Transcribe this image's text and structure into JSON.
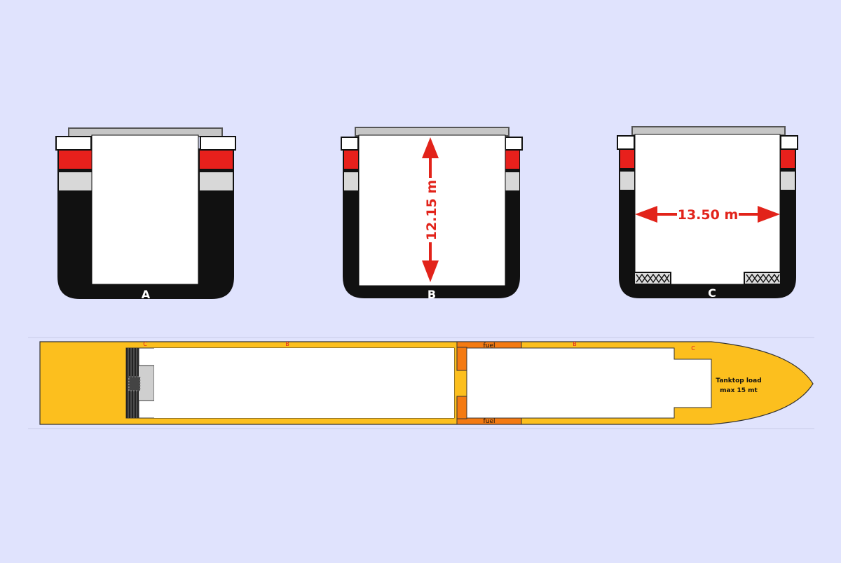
{
  "background_color": "#e0e3fd",
  "colors": {
    "hull_black": "#111111",
    "deck_red": "#e8201c",
    "deck_grey": "#d8d8d8",
    "cover_grey": "#c6c6c6",
    "hold_white": "#ffffff",
    "arrow_red": "#e2231a",
    "hull_yellow": "#fcbf1e",
    "fuel_orange": "#f47a12",
    "label_red": "#e02020"
  },
  "sections": {
    "a": {
      "label": "A"
    },
    "b": {
      "label": "B",
      "height_label": "12.15 m"
    },
    "c": {
      "label": "C",
      "width_label": "13.50 m"
    }
  },
  "plan": {
    "label_c_aft": "C",
    "label_b_aft": "B",
    "label_b_fwd": "B",
    "label_c_fwd": "C",
    "fuel_top": "fuel",
    "fuel_bottom": "fuel",
    "tanktop_line1": "Tanktop load",
    "tanktop_line2": "max 15 mt"
  }
}
